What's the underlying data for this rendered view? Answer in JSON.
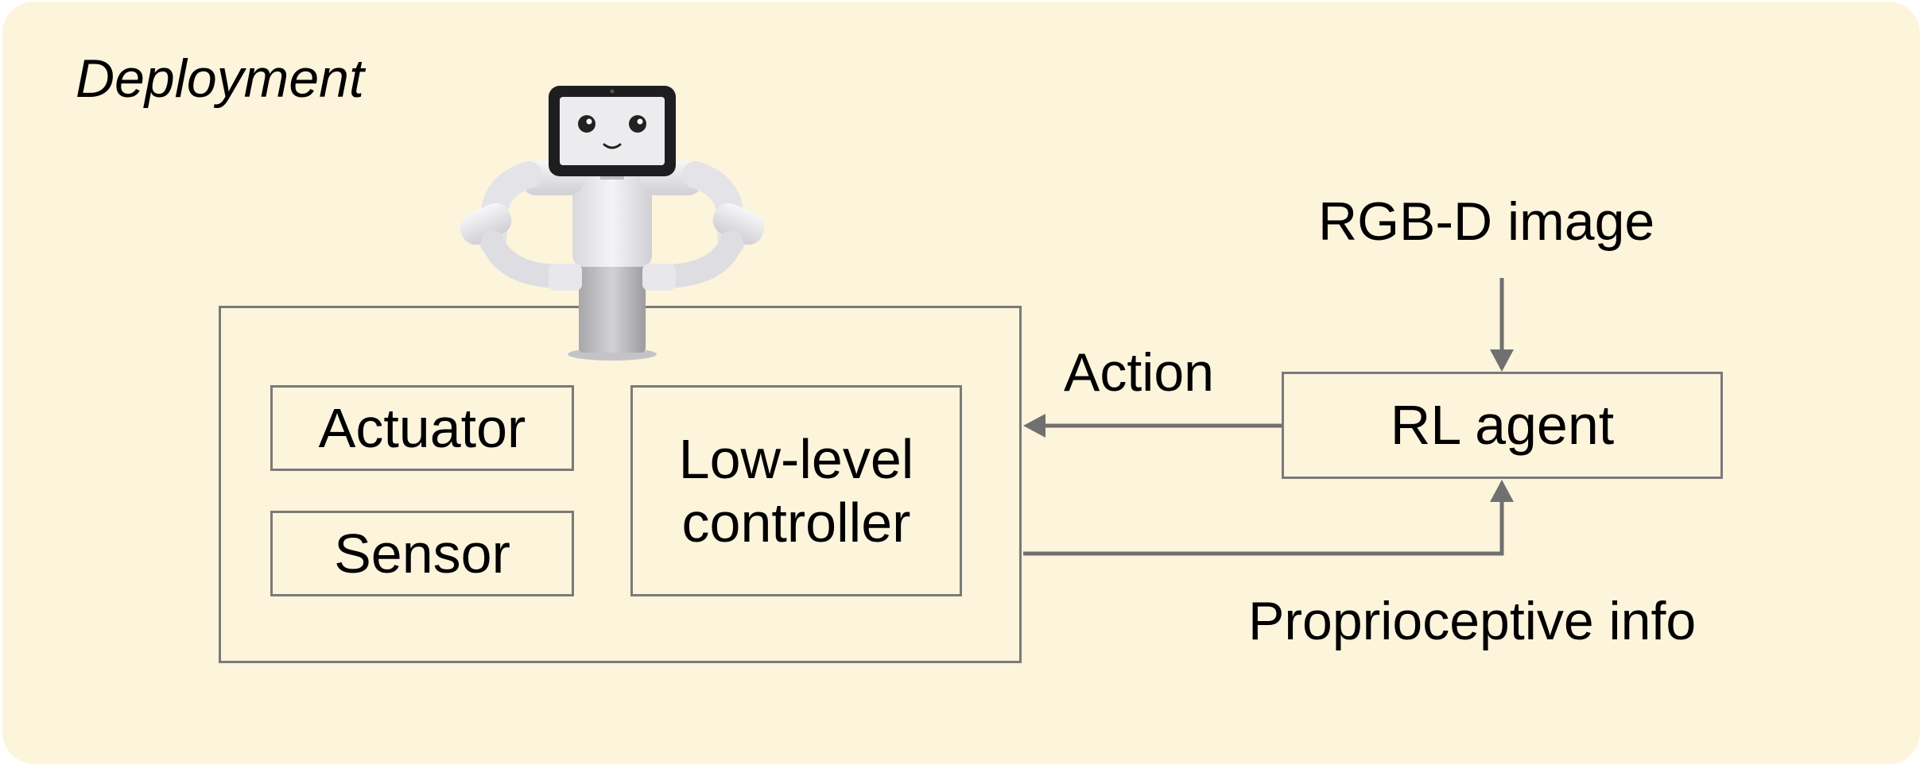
{
  "title": "Deployment",
  "blocks": {
    "actuator": "Actuator",
    "sensor": "Sensor",
    "controller_line1": "Low-level",
    "controller_line2": "controller",
    "agent": "RL agent"
  },
  "signals": {
    "image_input": "RGB-D image",
    "action": "Action",
    "proprioceptive": "Proprioceptive info"
  },
  "colors": {
    "background": "#fdf4dc",
    "stroke": "#7a7a7a",
    "arrow": "#707070"
  },
  "icons": {
    "robot": "robot-icon"
  }
}
